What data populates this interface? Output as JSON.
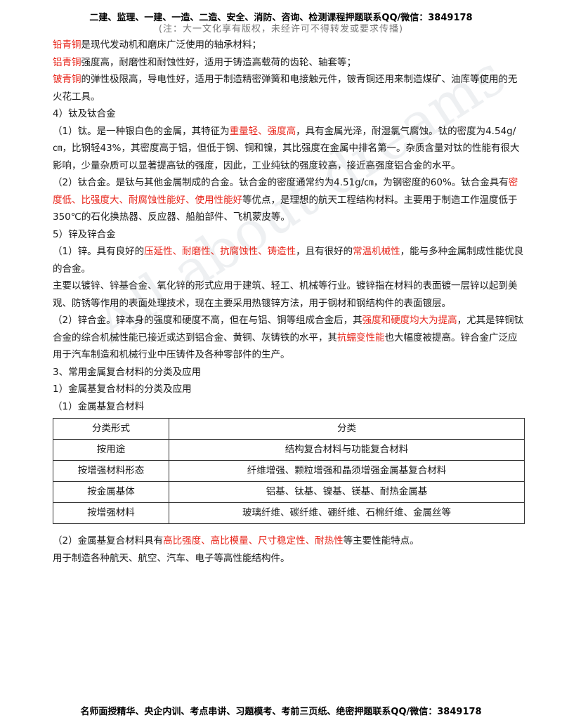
{
  "header": {
    "line1": "二建、监理、一建、一造、二造、安全、消防、咨询、检测课程押题联系QQ/微信：3849178",
    "line2": "(注：大一文化享有版权，未经许可不得转发或要求传播)"
  },
  "paragraphs": [
    {
      "name": "lead-bronze",
      "parts": [
        {
          "t": "铅青铜",
          "r": true
        },
        {
          "t": "是现代发动机和磨床广泛使用的轴承材料；",
          "r": false
        }
      ]
    },
    {
      "name": "al-bronze",
      "parts": [
        {
          "t": "铝青铜",
          "r": true
        },
        {
          "t": "强度高，耐磨性和耐蚀性好，适用于铸造高载荷的齿轮、轴套等；",
          "r": false
        }
      ]
    },
    {
      "name": "be-bronze",
      "parts": [
        {
          "t": "铍青铜",
          "r": true
        },
        {
          "t": "的弹性极限高，导电性好，适用于制造精密弹簧和电接触元件，铍青铜还用来制造煤矿、油库等使用的无火花工具。",
          "r": false
        }
      ]
    },
    {
      "name": "section-4",
      "parts": [
        {
          "t": "4）钛及钛合金",
          "r": false
        }
      ]
    },
    {
      "name": "titanium",
      "parts": [
        {
          "t": "（1）钛。是一种银白色的金属，其特征为",
          "r": false
        },
        {
          "t": "重量轻、强度高",
          "r": true
        },
        {
          "t": "，具有金属光泽，耐湿氯气腐蚀。钛的密度为4.54g/㎝，比钢轻43%，其密度高于铝，但低于钢、铜和镍，其比强度在金属中排名第一。杂质含量对钛的性能有很大影响，少量杂质可以显著提高钛的强度，因此，工业纯钛的强度较高，接近高强度铝合金的水平。",
          "r": false
        }
      ]
    },
    {
      "name": "titanium-alloy",
      "parts": [
        {
          "t": "（2）钛合金。是钛与其他金属制成的合金。钛合金的密度通常约为4.51g/㎝，为钢密度的60%。钛合金具有",
          "r": false
        },
        {
          "t": "密度低、比强度大、耐腐蚀性能好、使用性能好",
          "r": true
        },
        {
          "t": "等优点，是理想的航天工程结构材料。主要用于制造工作温度低于350℃的石化换热器、反应器、船舶部件、飞机蒙皮等。",
          "r": false
        }
      ]
    },
    {
      "name": "section-5",
      "parts": [
        {
          "t": "5）锌及锌合金",
          "r": false
        }
      ]
    },
    {
      "name": "zinc",
      "parts": [
        {
          "t": "（1）锌。具有良好的",
          "r": false
        },
        {
          "t": "压延性、耐磨性、抗腐蚀性、铸造性",
          "r": true
        },
        {
          "t": "，且有很好的",
          "r": false
        },
        {
          "t": "常温机械性",
          "r": true
        },
        {
          "t": "，能与多种金属制成性能优良的合金。",
          "r": false
        }
      ]
    },
    {
      "name": "zinc-use",
      "parts": [
        {
          "t": "主要以镀锌、锌基合金、氧化锌的形式应用于建筑、轻工、机械等行业。镀锌指在材料的表面镀一层锌以起到美观、防锈等作用的表面处理技术，现在主要采用热镀锌方法，用于钢材和钢结构件的表面镀层。",
          "r": false
        }
      ]
    },
    {
      "name": "zinc-alloy",
      "parts": [
        {
          "t": "（2）锌合金。锌本身的强度和硬度不高，但在与铝、铜等组成合金后，其",
          "r": false
        },
        {
          "t": "强度和硬度均大为提高",
          "r": true
        },
        {
          "t": "，尤其是锌铜钛合金的综合机械性能已接近或达到铝合金、黄铜、灰铸铁的水平，其",
          "r": false
        },
        {
          "t": "抗蠕变性能",
          "r": true
        },
        {
          "t": "也大幅度被提高。锌合金广泛应用于汽车制造和机械行业中压铸件及各种零部件的生产。",
          "r": false
        }
      ]
    },
    {
      "name": "section-3",
      "parts": [
        {
          "t": "3、常用金属复合材料的分类及应用",
          "r": false
        }
      ]
    },
    {
      "name": "section-3-1",
      "parts": [
        {
          "t": "1）金属基复合材料的分类及应用",
          "r": false
        }
      ]
    },
    {
      "name": "section-3-1-1",
      "parts": [
        {
          "t": "（1）金属基复合材料",
          "r": false
        }
      ]
    }
  ],
  "table": {
    "headers": [
      "分类形式",
      "分类"
    ],
    "rows": [
      [
        "按用途",
        "结构复合材料与功能复合材料"
      ],
      [
        "按增强材料形态",
        "纤维增强、颗粒增强和晶须增强金属基复合材料"
      ],
      [
        "按金属基体",
        "铝基、钛基、镍基、镁基、耐热金属基"
      ],
      [
        "按增强材料",
        "玻璃纤维、碳纤维、硼纤维、石棉纤维、金属丝等"
      ]
    ]
  },
  "after": [
    {
      "name": "mmc-properties",
      "parts": [
        {
          "t": "（2）金属基复合材料具有",
          "r": false
        },
        {
          "t": "高比强度、高比模量、尺寸稳定性、耐热性",
          "r": true
        },
        {
          "t": "等主要性能特点。",
          "r": false
        }
      ]
    },
    {
      "name": "mmc-use",
      "parts": [
        {
          "t": "用于制造各种航天、航空、汽车、电子等高性能结构件。",
          "r": false
        }
      ]
    }
  ],
  "footer": "名师面授精华、央企内训、考点串讲、习题模考、考前三页纸、绝密押题联系QQ/微信：3849178",
  "watermark": "All about dreams",
  "colors": {
    "highlight": "#e8261b",
    "text": "#1a1a1a"
  }
}
